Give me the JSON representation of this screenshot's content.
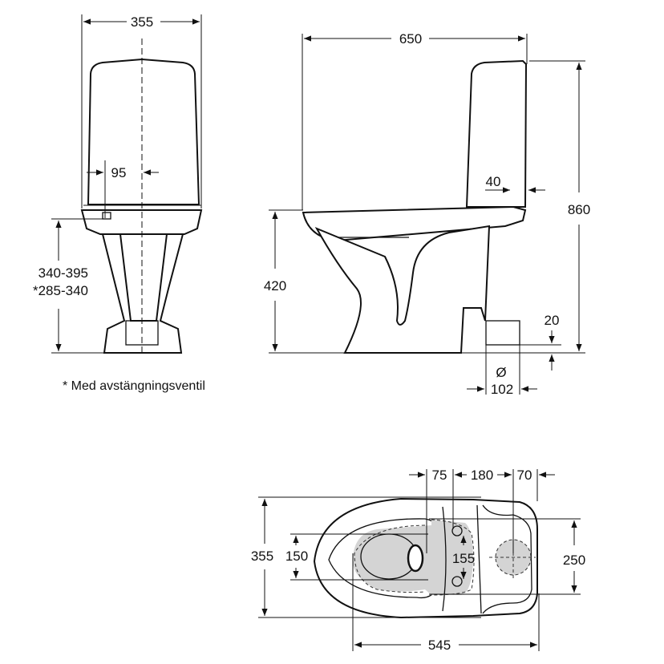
{
  "front_view": {
    "width_label": "355",
    "outlet_offset_label": "95",
    "inlet_height_label": "340-395",
    "inlet_height_alt_label": "*285-340",
    "footnote": "* Med avstängningsventil"
  },
  "side_view": {
    "depth_label": "650",
    "tank_offset_label": "40",
    "seat_height_label": "420",
    "total_height_label": "860",
    "floor_gap_label": "20",
    "diameter_symbol": "Ø",
    "outlet_diameter_label": "102"
  },
  "top_view": {
    "width_label": "355",
    "bolt_spacing_label": "150",
    "tank_bolt_spacing_label": "155",
    "tank_width_label": "250",
    "length_label": "545",
    "dim_75_label": "75",
    "dim_180_label": "180",
    "dim_70_label": "70"
  },
  "colors": {
    "line": "#111111",
    "shade": "#d4d4d4"
  }
}
